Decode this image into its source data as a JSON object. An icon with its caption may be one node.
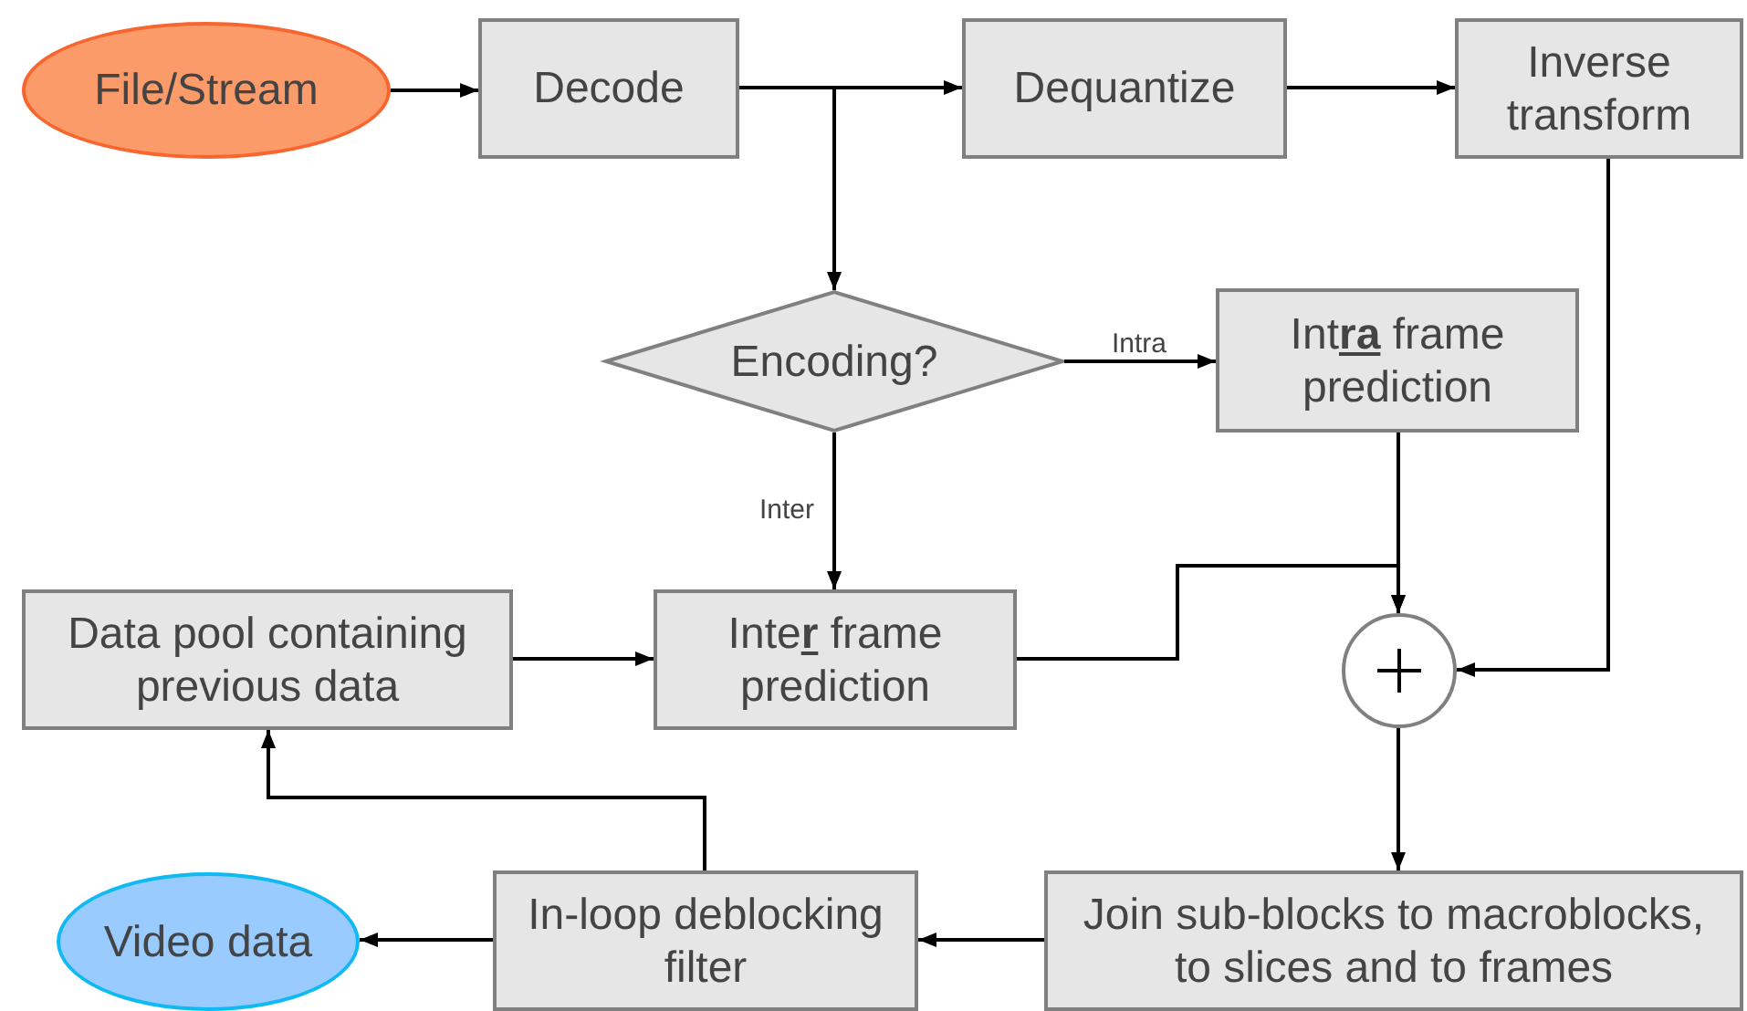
{
  "diagram": {
    "nodes": [
      {
        "text": [
          "File/Stream"
        ]
      },
      {
        "text": [
          "Decode"
        ]
      },
      {
        "text": [
          "Dequantize"
        ]
      },
      {
        "text": [
          "Inverse transform"
        ]
      },
      {
        "text": [
          "Encoding?"
        ]
      },
      {
        "text": [
          "Int**ra** frame prediction"
        ]
      },
      {
        "text": [
          "Data pool containing previous data"
        ]
      },
      {
        "text": [
          "Inte**r** frame prediction"
        ]
      },
      {
        "text": [],
        "shape": "circle"
      },
      {
        "text": [
          "Video data"
        ]
      },
      {
        "text": [
          "In-loop deblocking filter"
        ]
      },
      {
        "text": [
          "Join sub-blocks to macroblocks, to slices and to frames"
        ]
      }
    ],
    "edges": [
      {
        "from": 0,
        "to": 1,
        "arrow": "to"
      },
      {
        "from": 1,
        "to": 2,
        "arrow": "to"
      },
      {
        "from": 1,
        "to": 4,
        "arrow": "to"
      },
      {
        "from": 2,
        "to": 3,
        "arrow": "to"
      },
      {
        "from": 4,
        "to": 5,
        "arrow": "to",
        "label": "Intra"
      },
      {
        "from": 4,
        "to": 7,
        "arrow": "to",
        "label": "Inter"
      },
      {
        "from": 5,
        "to": 8,
        "arrow": "to"
      },
      {
        "from": 7,
        "to": 8,
        "arrow": "to"
      },
      {
        "from": 3,
        "to": 8,
        "arrow": "to"
      },
      {
        "from": 6,
        "to": 7,
        "arrow": "to"
      },
      {
        "from": 8,
        "to": 11,
        "arrow": "to"
      },
      {
        "from": 11,
        "to": 10,
        "arrow": "to"
      },
      {
        "from": 10,
        "to": 9,
        "arrow": "to"
      },
      {
        "from": 10,
        "to": 6,
        "arrow": "to"
      }
    ]
  }
}
